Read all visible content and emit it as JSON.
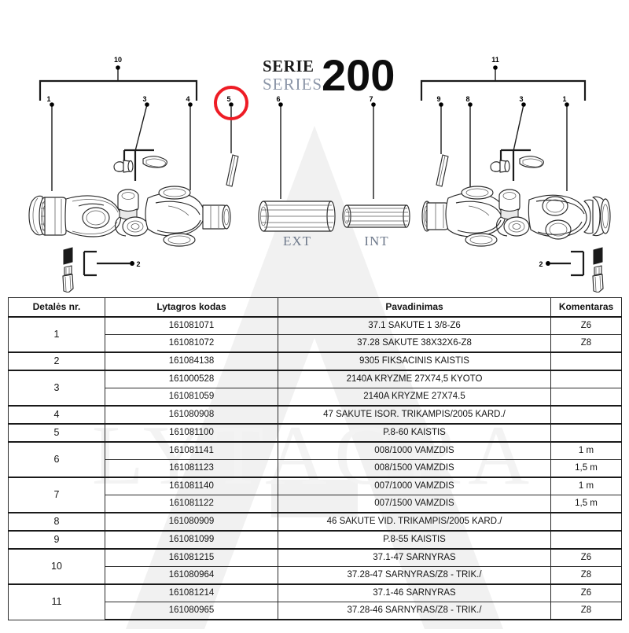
{
  "title": {
    "serie": "SERIE",
    "series": "SERIES",
    "number": "200"
  },
  "watermark": {
    "text": "LYTAGRA",
    "mark_icon": "triangle-a-watermark"
  },
  "diagram": {
    "name": "exploded-pto-driveshaft-diagram",
    "shaft_labels": {
      "outer": "EXT",
      "inner": "INT"
    },
    "highlight": {
      "callout": "5",
      "color": "#ee1c25"
    },
    "brackets": [
      {
        "label": "10",
        "side": "left"
      },
      {
        "label": "11",
        "side": "right"
      }
    ],
    "callouts_left": [
      "1",
      "3",
      "4",
      "5",
      "6"
    ],
    "callouts_right": [
      "7",
      "9",
      "8",
      "3",
      "1"
    ],
    "callouts_bottom": [
      "2",
      "2"
    ]
  },
  "table": {
    "name": "parts-list-table",
    "headers": [
      "Detalės nr.",
      "Lytagros kodas",
      "Pavadinimas",
      "Komentaras"
    ],
    "rows": [
      {
        "num": "1",
        "span": 2,
        "code": "161081071",
        "name": "37.1 SAKUTE 1 3/8-Z6",
        "comment": "Z6"
      },
      {
        "num": "",
        "span": 0,
        "code": "161081072",
        "name": "37.28 SAKUTE 38X32X6-Z8",
        "comment": "Z8"
      },
      {
        "num": "2",
        "span": 1,
        "code": "161084138",
        "name": "9305 FIKSACINIS KAISTIS",
        "comment": ""
      },
      {
        "num": "3",
        "span": 2,
        "code": "161000528",
        "name": "2140A KRYZME 27X74,5 KYOTO",
        "comment": ""
      },
      {
        "num": "",
        "span": 0,
        "code": "161081059",
        "name": "2140A KRYZME 27X74.5",
        "comment": ""
      },
      {
        "num": "4",
        "span": 1,
        "code": "161080908",
        "name": "47 SAKUTE ISOR. TRIKAMPIS/2005 KARD./",
        "comment": ""
      },
      {
        "num": "5",
        "span": 1,
        "code": "161081100",
        "name": "P.8-60 KAISTIS",
        "comment": ""
      },
      {
        "num": "6",
        "span": 2,
        "code": "161081141",
        "name": "008/1000 VAMZDIS",
        "comment": "1 m"
      },
      {
        "num": "",
        "span": 0,
        "code": "161081123",
        "name": "008/1500 VAMZDIS",
        "comment": "1,5 m"
      },
      {
        "num": "7",
        "span": 2,
        "code": "161081140",
        "name": "007/1000 VAMZDIS",
        "comment": "1 m"
      },
      {
        "num": "",
        "span": 0,
        "code": "161081122",
        "name": "007/1500 VAMZDIS",
        "comment": "1,5 m"
      },
      {
        "num": "8",
        "span": 1,
        "code": "161080909",
        "name": "46 SAKUTE VID. TRIKAMPIS/2005 KARD./",
        "comment": ""
      },
      {
        "num": "9",
        "span": 1,
        "code": "161081099",
        "name": "P.8-55 KAISTIS",
        "comment": ""
      },
      {
        "num": "10",
        "span": 2,
        "code": "161081215",
        "name": "37.1-47 SARNYRAS",
        "comment": "Z6"
      },
      {
        "num": "",
        "span": 0,
        "code": "161080964",
        "name": "37.28-47 SARNYRAS/Z8 - TRIK./",
        "comment": "Z8"
      },
      {
        "num": "11",
        "span": 2,
        "code": "161081214",
        "name": "37.1-46 SARNYRAS",
        "comment": "Z6"
      },
      {
        "num": "",
        "span": 0,
        "code": "161080965",
        "name": "37.28-46 SARNYRAS/Z8 - TRIK./",
        "comment": "Z8"
      }
    ]
  }
}
